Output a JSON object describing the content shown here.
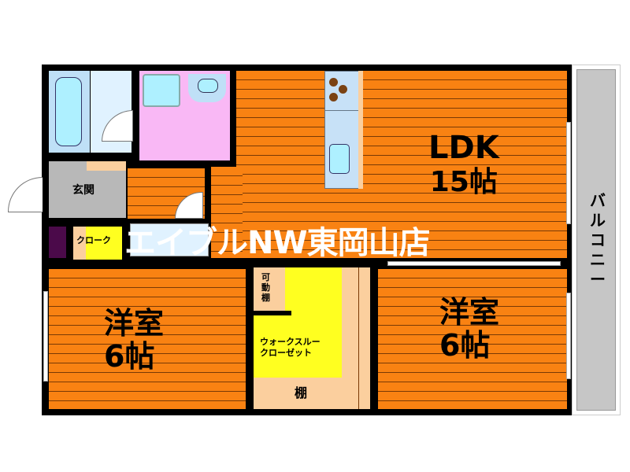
{
  "floorplan": {
    "rooms": {
      "ldk": {
        "name": "LDK",
        "size": "15帖"
      },
      "western_left": {
        "name": "洋室",
        "size": "6帖"
      },
      "western_right": {
        "name": "洋室",
        "size": "6帖"
      },
      "entrance": {
        "name": "玄関"
      },
      "cloak": {
        "name": "クローク"
      },
      "walk_through_closet": {
        "line1": "ウォークスルー",
        "line2": "クローゼット"
      },
      "movable_shelf": {
        "name": "可動棚",
        "chars": [
          "可",
          "動",
          "棚"
        ]
      },
      "shelf": {
        "name": "棚"
      },
      "balcony": {
        "name": "バルコニー",
        "chars": [
          "バ",
          "ル",
          "コ",
          "ニ",
          "ー"
        ]
      }
    },
    "watermark": "エイブルNW東岡山店",
    "colors": {
      "floor_orange": "#f98212",
      "bath_blue": "#bfe0f7",
      "toilet_pink": "#f9b8f5",
      "entrance_gray": "#b8b8b8",
      "closet_yellow": "#ffff20",
      "shelf_beige": "#fbcf9e",
      "balcony_gray": "#c6c6c6",
      "wall": "#000000"
    }
  }
}
